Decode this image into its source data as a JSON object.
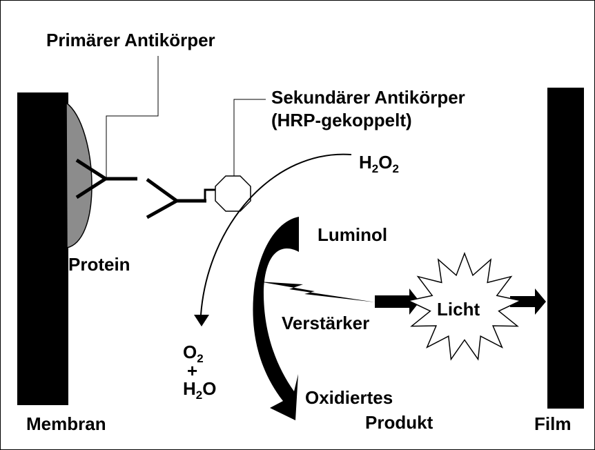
{
  "labels": {
    "primary_antibody": "Primärer Antikörper",
    "secondary_antibody_line1": "Sekundärer Antikörper",
    "secondary_antibody_line2": "(HRP-gekoppelt)",
    "protein": "Protein",
    "membrane": "Membran",
    "luminol": "Luminol",
    "amplifier": "Verstärker",
    "light": "Licht",
    "oxidized_product_line1": "Oxidiertes",
    "oxidized_product_line2": "Produkt",
    "film": "Film",
    "h2o2": {
      "a": "H",
      "sub1": "2",
      "b": "O",
      "sub2": "2"
    },
    "o2": {
      "a": "O",
      "sub": "2"
    },
    "plus": "+",
    "h2o": {
      "a": "H",
      "sub": "2",
      "b": "O"
    }
  },
  "colors": {
    "ink": "#000000",
    "protein_fill": "#8c8c8c",
    "background": "#ffffff"
  }
}
